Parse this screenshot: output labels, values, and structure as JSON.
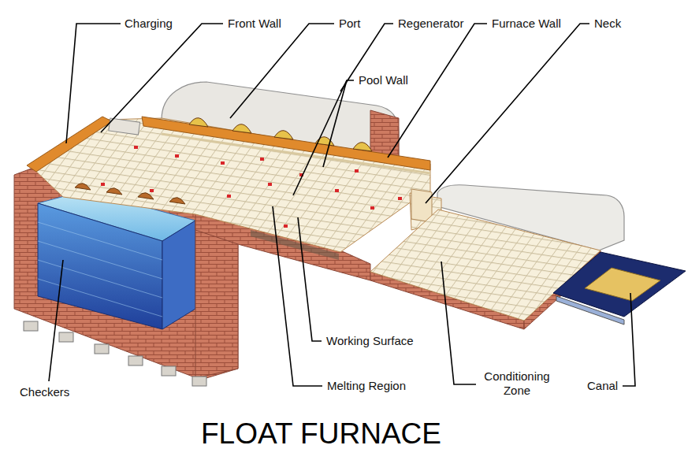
{
  "diagram": {
    "title": "FLOAT FURNACE",
    "labels": [
      "Charging",
      "Front Wall",
      "Port",
      "Regenerator",
      "Furnace Wall",
      "Neck",
      "Pool Wall",
      "Working Surface",
      "Melting Region",
      "Checkers",
      "Conditioning Zone",
      "Canal"
    ]
  }
}
